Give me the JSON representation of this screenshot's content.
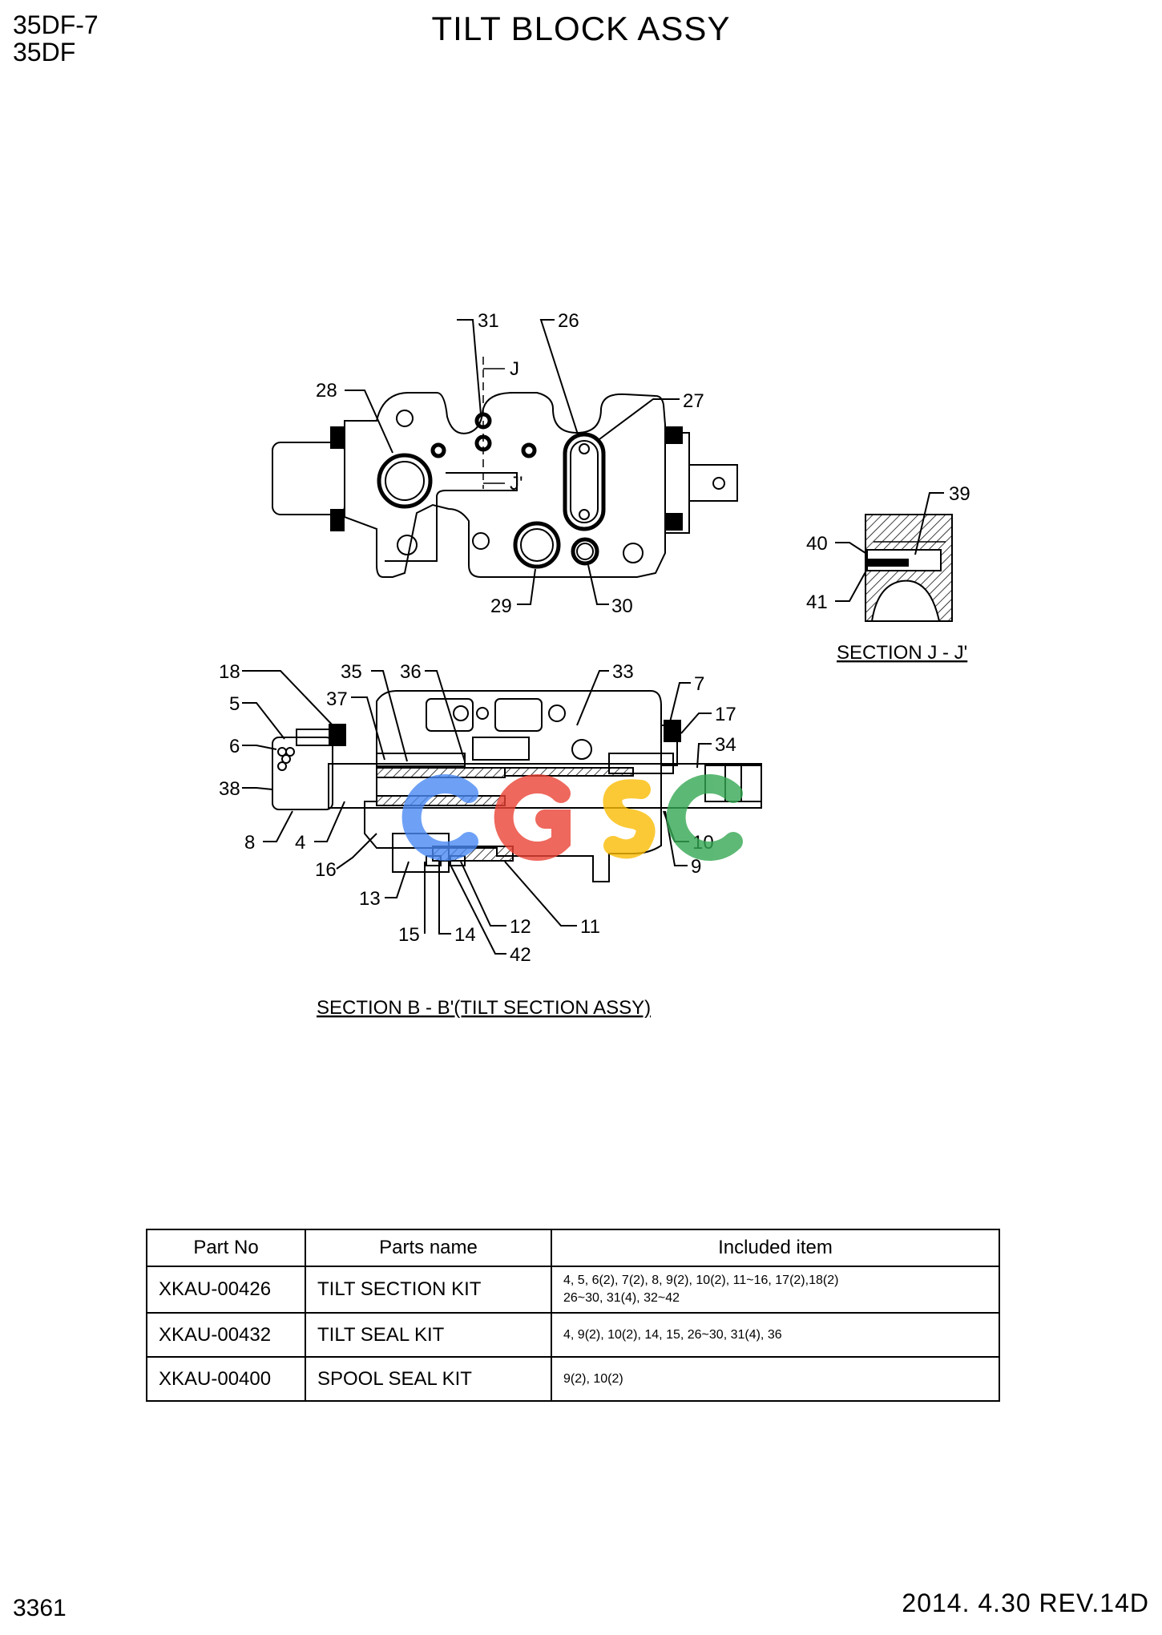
{
  "header": {
    "models": [
      "35DF-7",
      "35DF"
    ],
    "title": "TILT BLOCK ASSY"
  },
  "diagram": {
    "top_callouts": [
      "31",
      "26",
      "28",
      "27",
      "29",
      "30"
    ],
    "section_marks": [
      "J",
      "J'"
    ],
    "section_jj_callouts": [
      "39",
      "40",
      "41"
    ],
    "section_jj_caption": "SECTION J - J'",
    "bottom_callouts": [
      "18",
      "35",
      "36",
      "33",
      "7",
      "5",
      "37",
      "17",
      "6",
      "34",
      "38",
      "8",
      "4",
      "10",
      "16",
      "9",
      "13",
      "12",
      "11",
      "15",
      "14",
      "42"
    ],
    "section_bb_caption": "SECTION B - B'(TILT SECTION ASSY)",
    "watermark": [
      "C",
      "G",
      "S",
      "C"
    ],
    "watermark_colors": [
      "#4a8af4",
      "#ea4335",
      "#fbbc05",
      "#34a853"
    ]
  },
  "parts_table": {
    "headers": [
      "Part No",
      "Parts name",
      "Included item"
    ],
    "rows": [
      {
        "part_no": "XKAU-00426",
        "name": "TILT SECTION KIT",
        "items_line1": "4, 5, 6(2), 7(2), 8, 9(2), 10(2), 11~16, 17(2),18(2)",
        "items_line2": "26~30, 31(4), 32~42"
      },
      {
        "part_no": "XKAU-00432",
        "name": "TILT SEAL KIT",
        "items_line1": "4, 9(2), 10(2), 14, 15, 26~30, 31(4), 36",
        "items_line2": ""
      },
      {
        "part_no": "XKAU-00400",
        "name": "SPOOL SEAL KIT",
        "items_line1": "9(2), 10(2)",
        "items_line2": ""
      }
    ]
  },
  "footer": {
    "page_number": "3361",
    "date_rev": "2014. 4.30  REV.14D"
  }
}
